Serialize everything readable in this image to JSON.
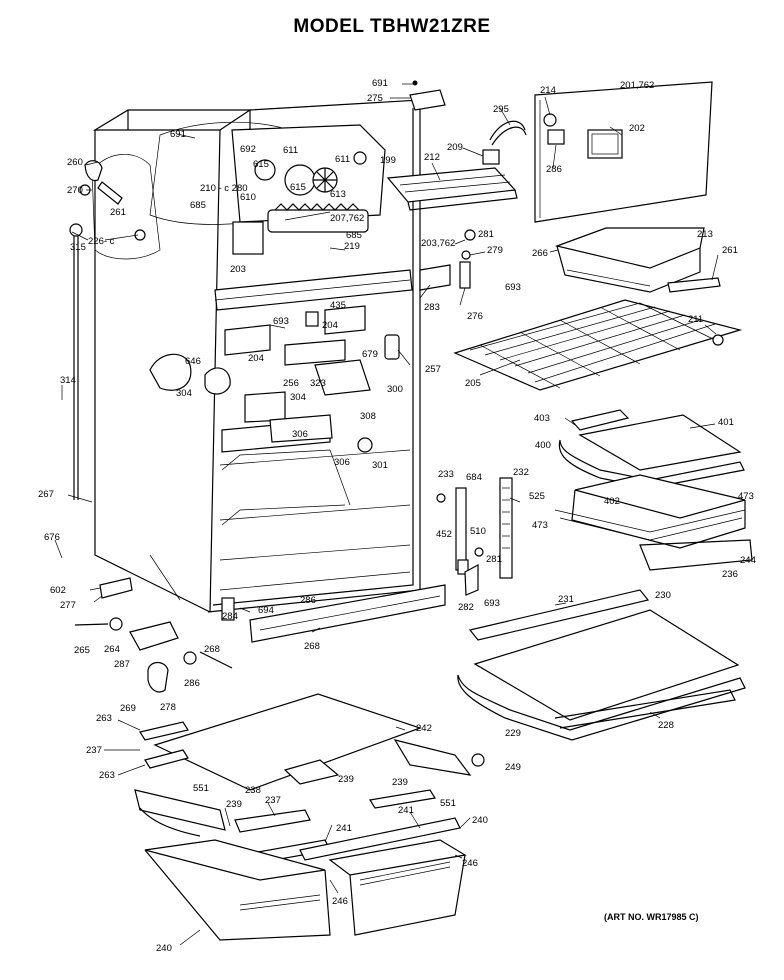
{
  "title": "MODEL TBHW21ZRE",
  "art_number": "(ART NO. WR17985 C)",
  "callouts": {
    "c691a": "691",
    "c275": "275",
    "c214": "214",
    "c201_762": "201,762",
    "c295": "295",
    "c202": "202",
    "c286a": "286",
    "c209": "209",
    "c212": "212",
    "c691b": "691",
    "c692": "692",
    "c615a": "615",
    "c611a": "611",
    "c611b": "611",
    "c199": "199",
    "c260": "260",
    "c270": "270",
    "c261a": "261",
    "c210_280": "210 - c 280",
    "c685a": "685",
    "c610": "610",
    "c615b": "615",
    "c613": "613",
    "c207_762": "207,762",
    "c315": "315",
    "c226": "226- c",
    "c685b": "685",
    "c219": "219",
    "c203_762": "203,762",
    "c281a": "281",
    "c279": "279",
    "c213": "213",
    "c266": "266",
    "c261b": "261",
    "c203": "203",
    "c693a": "693",
    "c283": "283",
    "c276": "276",
    "c211": "211",
    "c435": "435",
    "c693b": "693",
    "c204a": "204",
    "c646": "646",
    "c204b": "204",
    "c679": "679",
    "c257": "257",
    "c205": "205",
    "c314": "314",
    "c304a": "304",
    "c256": "256",
    "c323": "323",
    "c300": "300",
    "c304b": "304",
    "c308": "308",
    "c403": "403",
    "c401": "401",
    "c306a": "306",
    "c306b": "306",
    "c301": "301",
    "c400": "400",
    "c233": "233",
    "c684": "684",
    "c232": "232",
    "c267": "267",
    "c525": "525",
    "c402": "402",
    "c473a": "473",
    "c473b": "473",
    "c510": "510",
    "c676": "676",
    "c452": "452",
    "c281b": "281",
    "c244": "244",
    "c236": "236",
    "c602": "602",
    "c277": "277",
    "c282": "282",
    "c693c": "693",
    "c694": "694",
    "c286b": "286",
    "c231": "231",
    "c230": "230",
    "c265": "265",
    "c264": "264",
    "c284": "284",
    "c287": "287",
    "c268a": "268",
    "c268b": "268",
    "c286c": "286",
    "c269": "269",
    "c278": "278",
    "c242": "242",
    "c228": "228",
    "c229": "229",
    "c263a": "263",
    "c237a": "237",
    "c263b": "263",
    "c239a": "239",
    "c239b": "239",
    "c249": "249",
    "c551a": "551",
    "c238": "238",
    "c237b": "237",
    "c239c": "239",
    "c241a": "241",
    "c241b": "241",
    "c551b": "551",
    "c240a": "240",
    "c246a": "246",
    "c246b": "246",
    "c240b": "240"
  }
}
